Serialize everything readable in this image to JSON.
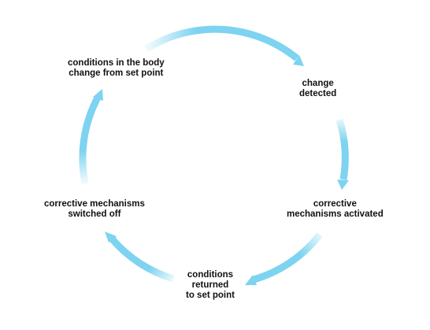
{
  "diagram": {
    "arrow_color": "#7dd3f0",
    "steps": [
      {
        "id": "set-point-change",
        "lines": [
          "conditions in the body",
          "change from set point"
        ]
      },
      {
        "id": "change-detected",
        "lines": [
          "change",
          "detected"
        ]
      },
      {
        "id": "mechanisms-activated",
        "lines": [
          "corrective",
          "mechanisms activated"
        ]
      },
      {
        "id": "returned",
        "lines": [
          "conditions",
          "returned",
          "to set point"
        ]
      },
      {
        "id": "switched-off",
        "lines": [
          "corrective mechanisms",
          "switched off"
        ]
      }
    ]
  }
}
